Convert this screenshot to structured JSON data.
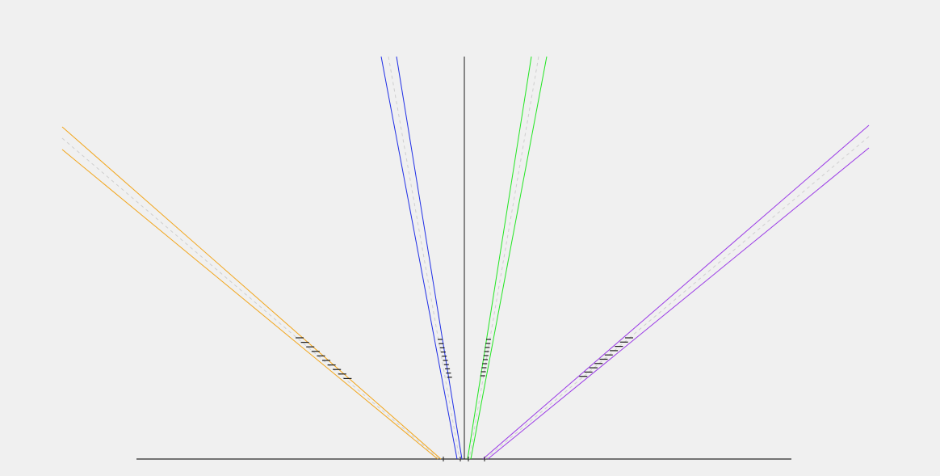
{
  "colors": {
    "background": "#f0f0f0",
    "baseline": "#2b2b2b",
    "vertical_axis": "#1a1a1a",
    "center_guide": "#cfcfcf",
    "ticks": "#1a1a1a"
  },
  "beams": [
    {
      "name": "orange-beam",
      "color": "#f2a51a",
      "angle_deg": 142
    },
    {
      "name": "blue-beam",
      "color": "#1f2ee6",
      "angle_deg": 101
    },
    {
      "name": "green-beam",
      "color": "#22e622",
      "angle_deg": 78
    },
    {
      "name": "purple-beam",
      "color": "#9b3be6",
      "angle_deg": 37
    }
  ]
}
